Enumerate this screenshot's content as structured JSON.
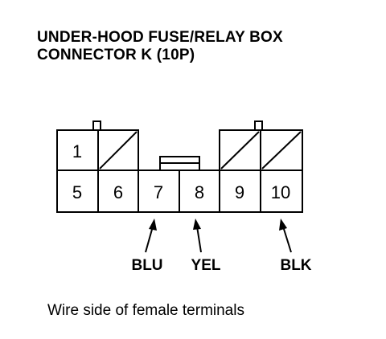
{
  "title": {
    "line1": "UNDER-HOOD FUSE/RELAY BOX",
    "line2": "CONNECTOR K (10P)"
  },
  "connector": {
    "top_row": [
      {
        "label": "1",
        "empty": false
      },
      {
        "label": "",
        "empty": true
      },
      {
        "label": "",
        "empty": true
      },
      {
        "label": "",
        "empty": true
      }
    ],
    "bottom_row": [
      "5",
      "6",
      "7",
      "8",
      "9",
      "10"
    ]
  },
  "wires": [
    {
      "pin": "7",
      "color": "BLU"
    },
    {
      "pin": "8",
      "color": "YEL"
    },
    {
      "pin": "10",
      "color": "BLK"
    }
  ],
  "caption": "Wire side of female terminals"
}
